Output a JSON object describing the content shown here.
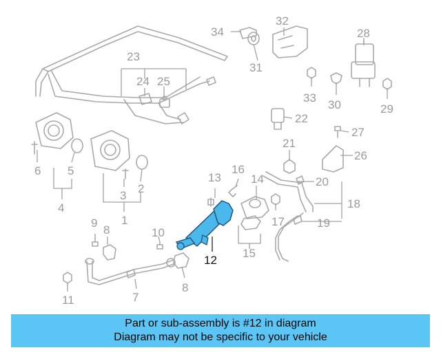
{
  "diagram": {
    "highlight_color": "#4bb8ec",
    "callouts": [
      {
        "id": "c34",
        "label": "34"
      },
      {
        "id": "c32",
        "label": "32"
      },
      {
        "id": "c28",
        "label": "28"
      },
      {
        "id": "c31",
        "label": "31"
      },
      {
        "id": "c23",
        "label": "23"
      },
      {
        "id": "c24",
        "label": "24"
      },
      {
        "id": "c25",
        "label": "25"
      },
      {
        "id": "c33",
        "label": "33"
      },
      {
        "id": "c30",
        "label": "30"
      },
      {
        "id": "c29",
        "label": "29"
      },
      {
        "id": "c22",
        "label": "22"
      },
      {
        "id": "c27",
        "label": "27"
      },
      {
        "id": "c21",
        "label": "21"
      },
      {
        "id": "c26",
        "label": "26"
      },
      {
        "id": "c6",
        "label": "6"
      },
      {
        "id": "c5",
        "label": "5"
      },
      {
        "id": "c4",
        "label": "4"
      },
      {
        "id": "c3",
        "label": "3"
      },
      {
        "id": "c2",
        "label": "2"
      },
      {
        "id": "c1",
        "label": "1"
      },
      {
        "id": "c13",
        "label": "13"
      },
      {
        "id": "c16",
        "label": "16"
      },
      {
        "id": "c14",
        "label": "14"
      },
      {
        "id": "c20",
        "label": "20"
      },
      {
        "id": "c18",
        "label": "18"
      },
      {
        "id": "c17",
        "label": "17"
      },
      {
        "id": "c19",
        "label": "19"
      },
      {
        "id": "c15",
        "label": "15"
      },
      {
        "id": "c12",
        "label": "12"
      },
      {
        "id": "c9",
        "label": "9"
      },
      {
        "id": "c8a",
        "label": "8"
      },
      {
        "id": "c10",
        "label": "10"
      },
      {
        "id": "c7",
        "label": "7"
      },
      {
        "id": "c8b",
        "label": "8"
      },
      {
        "id": "c11",
        "label": "11"
      }
    ]
  },
  "caption": {
    "line1": "Part or sub-assembly is #12 in diagram",
    "line2": "Diagram may not be specific to your vehicle",
    "background": "#5bc6f5"
  }
}
